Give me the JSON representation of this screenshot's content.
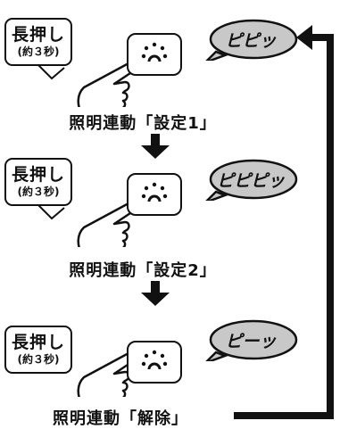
{
  "steps": [
    {
      "press_label": "長押し",
      "press_sub": "(約３秒)",
      "sound": "ピピッ",
      "caption": "照明連動「設定1」"
    },
    {
      "press_label": "長押し",
      "press_sub": "(約３秒)",
      "sound": "ピピピッ",
      "caption": "照明連動「設定2」"
    },
    {
      "press_label": "長押し",
      "press_sub": "(約３秒)",
      "sound": "ピーッ",
      "caption": "照明連動「解除」"
    }
  ],
  "icons": {
    "button": "light-sensor-button-icon",
    "hand": "pressing-hand-icon",
    "arrow": "down-arrow-icon",
    "loop": "loop-back-arrow-icon"
  },
  "colors": {
    "sound_bubble_fill": "#c8c8c8",
    "ink": "#111111"
  }
}
